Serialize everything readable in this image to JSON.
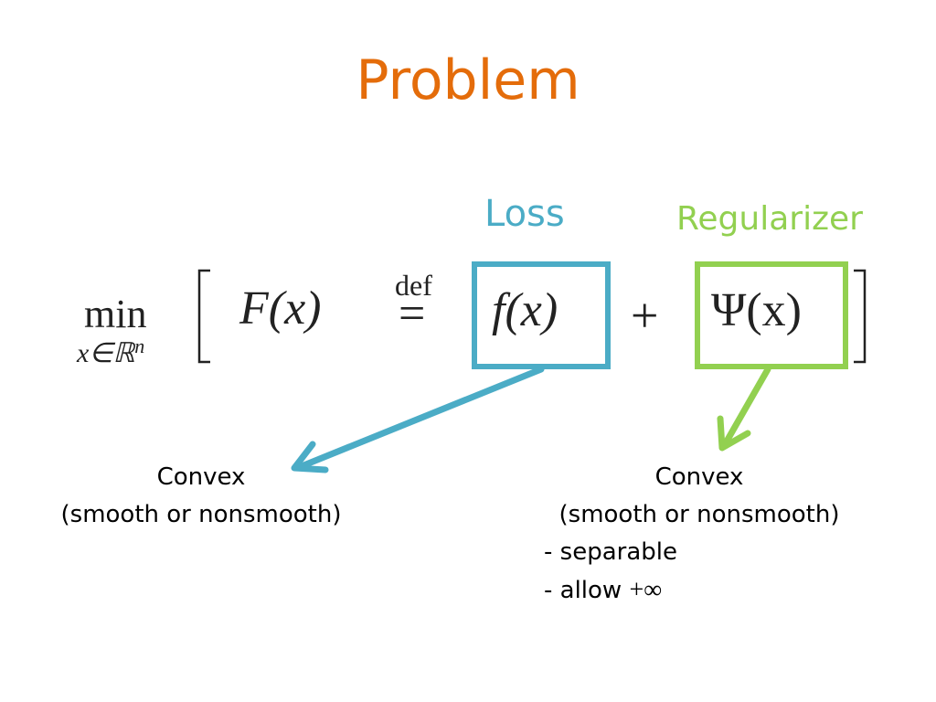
{
  "slide": {
    "title": "Problem",
    "loss_label": "Loss",
    "regularizer_label": "Regularizer",
    "equation": {
      "min": "min",
      "min_subscript_var": "x∈ℝ",
      "min_subscript_exp": "n",
      "lhs": "F(x)",
      "def": "def",
      "equals": "=",
      "loss_term": "f(x)",
      "plus": "+",
      "reg_term": "Ψ(x)"
    },
    "loss_notes": {
      "line1": "Convex",
      "line2": "(smooth or nonsmooth)"
    },
    "reg_notes": {
      "line1": "Convex",
      "line2": "(smooth or nonsmooth)",
      "bullet1": "- separable",
      "bullet2_prefix": "- allow ",
      "bullet2_math": "+∞"
    }
  },
  "colors": {
    "title": "#E46C0A",
    "loss": "#4BACC6",
    "regularizer": "#92D050"
  }
}
